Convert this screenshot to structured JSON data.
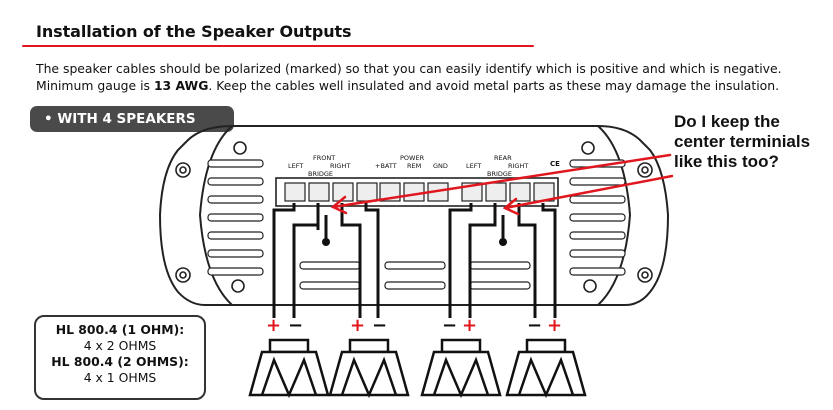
{
  "heading": "Installation of the Speaker Outputs",
  "paragraph": {
    "line1": "The speaker cables should be polarized (marked) so that you can easily identify which is positive and which is negative.",
    "line2_prefix": "Minimum gauge is ",
    "line2_bold": "13 AWG",
    "line2_suffix": ". Keep the cables well insulated and avoid metal parts as these may damage the insulation."
  },
  "section_pill": "• WITH 4 SPEAKERS",
  "annotation": {
    "line1": "Do I keep the",
    "line2": "center terminials",
    "line3": "like this too?"
  },
  "amp_labels": {
    "front": "FRONT",
    "power": "POWER",
    "rear": "REAR",
    "left": "LEFT",
    "right": "RIGHT",
    "bridge": "BRIDGE",
    "batt": "+BATT",
    "rem": "REM",
    "gnd": "GND",
    "ce": "CE"
  },
  "polarity": {
    "plus": "+",
    "minus": "−"
  },
  "info_box": {
    "model1": "HL 800.4 (1 OHM):",
    "value1": "4 x 2 OHMS",
    "model2": "HL 800.4 (2 OHMS):",
    "value2": "4 x 1 OHMS"
  },
  "colors": {
    "accent_red": "#e0171e",
    "pill_bg": "#4a4a4a",
    "outline": "#222222"
  }
}
